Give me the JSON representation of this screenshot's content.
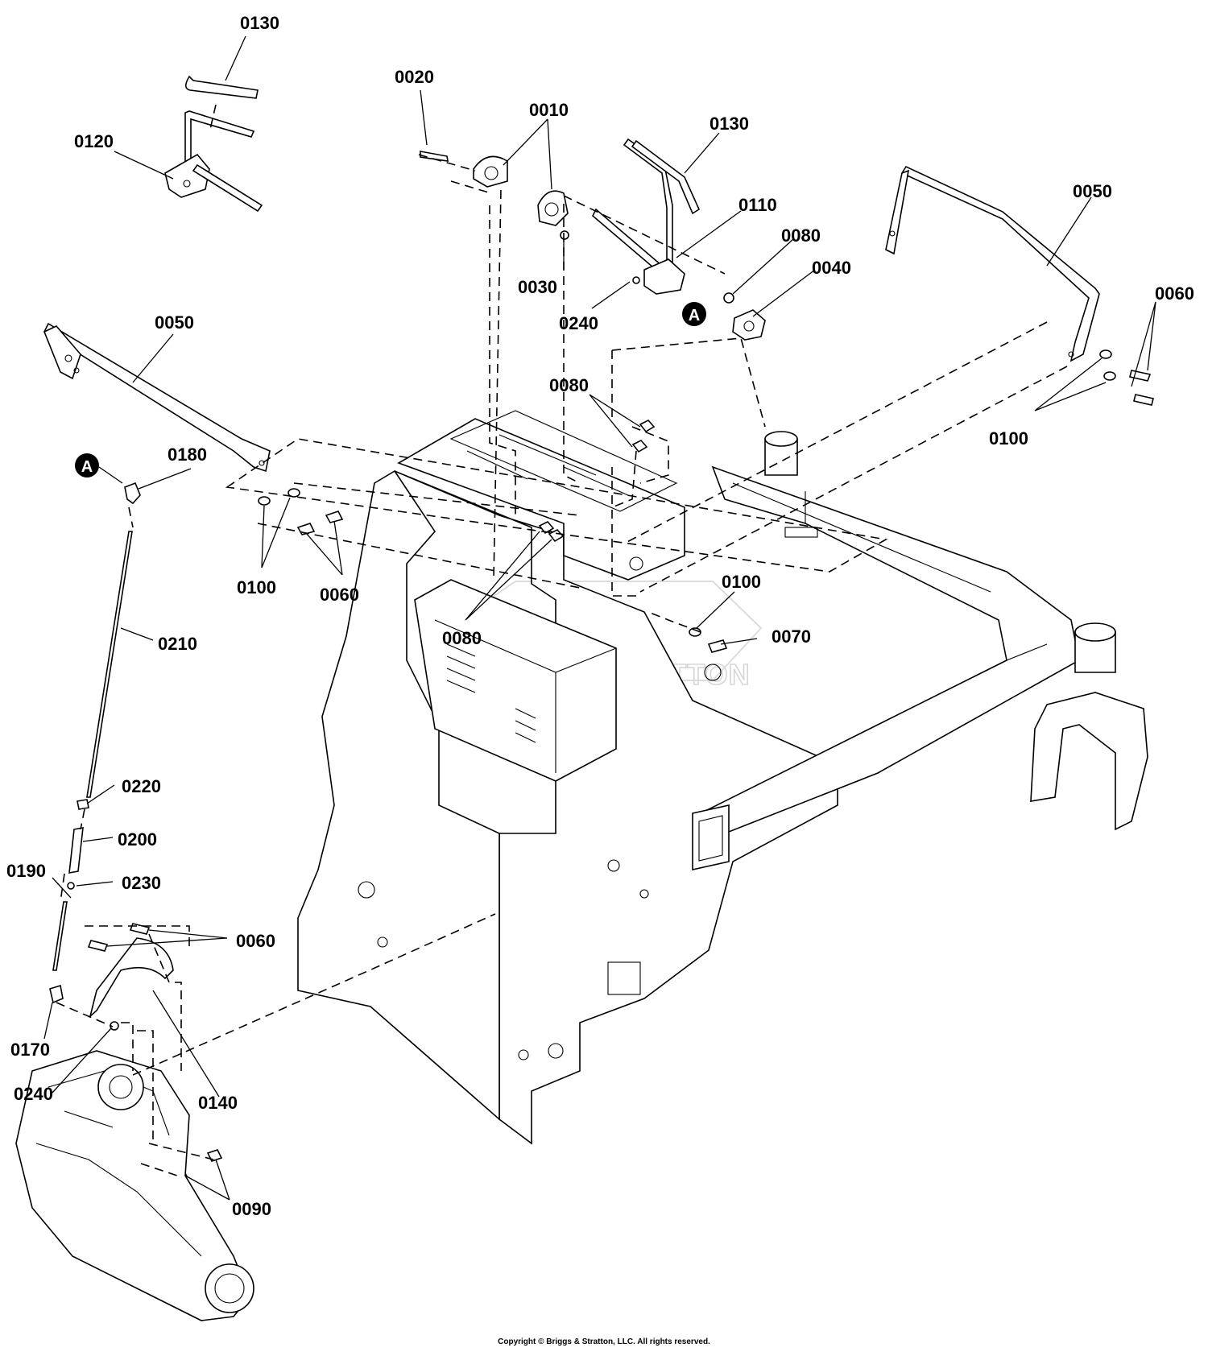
{
  "watermark": "BRIGGS&STRATTON",
  "copyright": "Copyright © Briggs & Stratton, LLC. All rights reserved.",
  "marker_label": "A",
  "callouts": {
    "c0130_a": "0130",
    "c0120": "0120",
    "c0020": "0020",
    "c0010": "0010",
    "c0130_b": "0130",
    "c0110": "0110",
    "c0050_r": "0050",
    "c0080_a": "0080",
    "c0040": "0040",
    "c0060_r": "0060",
    "c0030": "0030",
    "c0240_a": "0240",
    "c0050_l": "0050",
    "c0080_b": "0080",
    "c0100_r": "0100",
    "c0180": "0180",
    "c0100_l": "0100",
    "c0060_l": "0060",
    "c0100_m": "0100",
    "c0070": "0070",
    "c0080_c": "0080",
    "c0210": "0210",
    "c0220": "0220",
    "c0200": "0200",
    "c0190": "0190",
    "c0230": "0230",
    "c0060_b": "0060",
    "c0170": "0170",
    "c0240_b": "0240",
    "c0140": "0140",
    "c0090": "0090"
  }
}
